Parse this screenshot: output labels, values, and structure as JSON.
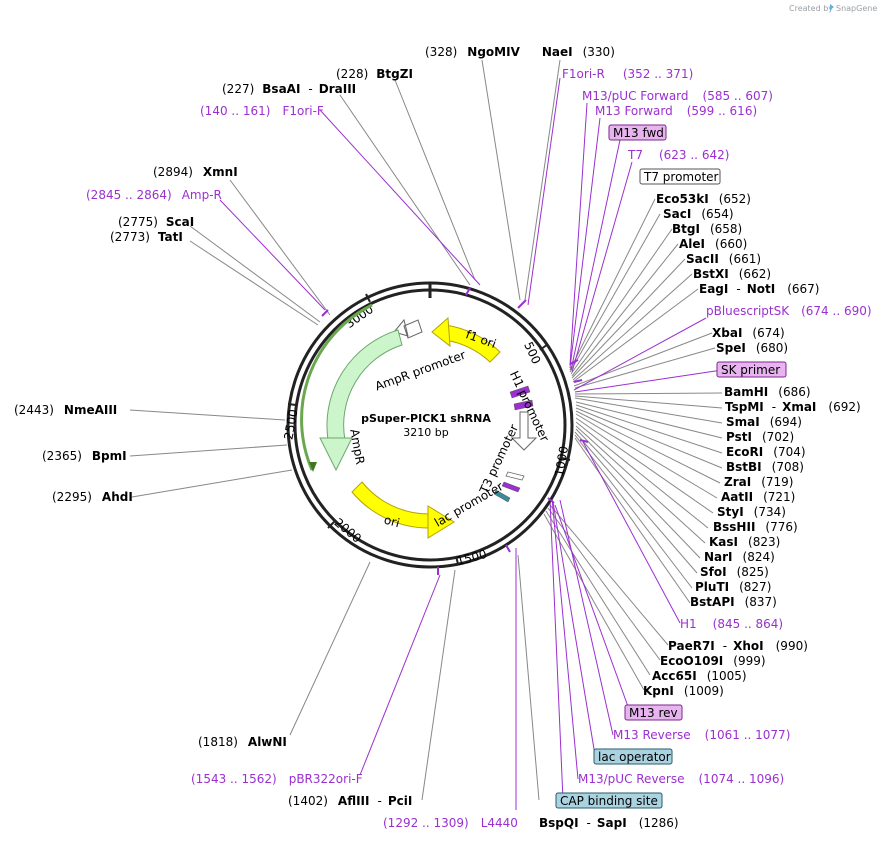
{
  "credit": {
    "text": "Created by",
    "brand": "SnapGene"
  },
  "plasmid": {
    "name": "pSuper-PICK1 shRNA",
    "length": "3210 bp"
  },
  "ticks": [
    "500",
    "1000",
    "1500",
    "2000",
    "2500",
    "3000"
  ],
  "features": {
    "f1_ori": "f1 ori",
    "ampr_promoter": "AmpR promoter",
    "ampr": "AmpR",
    "h1_promoter": "H1 promoter",
    "t3_promoter": "T3 promoter",
    "lac_promoter": "lac promoter",
    "ori": "ori"
  },
  "labels": [
    {
      "id": "ngomiv-naei",
      "pos": "(328)",
      "name": "NgoMIV",
      "name2": "NaeI",
      "pos2": "(330)"
    },
    {
      "id": "btgzi",
      "pos": "(228)",
      "name": "BtgZI"
    },
    {
      "id": "bsaai-draiii",
      "pos": "(227)",
      "name": "BsaAI",
      "name2": "DraIII"
    },
    {
      "id": "f1ori-f",
      "range": "(140 .. 161)",
      "name": "F1ori-F"
    },
    {
      "id": "xmni",
      "pos": "(2894)",
      "name": "XmnI"
    },
    {
      "id": "amp-r",
      "range": "(2845 .. 2864)",
      "name": "Amp-R"
    },
    {
      "id": "scai",
      "pos": "(2775)",
      "name": "ScaI"
    },
    {
      "id": "tati",
      "pos": "(2773)",
      "name": "TatI"
    },
    {
      "id": "nmeaiii",
      "pos": "(2443)",
      "name": "NmeAIII"
    },
    {
      "id": "bpmi",
      "pos": "(2365)",
      "name": "BpmI"
    },
    {
      "id": "ahdi",
      "pos": "(2295)",
      "name": "AhdI"
    },
    {
      "id": "alwni",
      "pos": "(1818)",
      "name": "AlwNI"
    },
    {
      "id": "pbr322ori-f",
      "range": "(1543 .. 1562)",
      "name": "pBR322ori-F"
    },
    {
      "id": "afliii-pcii",
      "pos": "(1402)",
      "name": "AflIII",
      "name2": "PciI"
    },
    {
      "id": "l4440",
      "range": "(1292 .. 1309)",
      "name": "L4440"
    },
    {
      "id": "bspqi-sapi",
      "name": "BspQI",
      "name2": "SapI",
      "pos": "(1286)"
    },
    {
      "id": "f1ori-r",
      "name": "F1ori-R",
      "range": "(352 .. 371)"
    },
    {
      "id": "m13puc-fwd",
      "name": "M13/pUC Forward",
      "range": "(585 .. 607)"
    },
    {
      "id": "m13-forward",
      "name": "M13 Forward",
      "range": "(599 .. 616)"
    },
    {
      "id": "m13-fwd",
      "name": "M13 fwd"
    },
    {
      "id": "t7",
      "name": "T7",
      "range": "(623 .. 642)"
    },
    {
      "id": "t7-promoter",
      "name": "T7 promoter"
    },
    {
      "id": "eco53ki",
      "name": "Eco53kI",
      "pos": "(652)"
    },
    {
      "id": "saci",
      "name": "SacI",
      "pos": "(654)"
    },
    {
      "id": "btgi",
      "name": "BtgI",
      "pos": "(658)"
    },
    {
      "id": "alei",
      "name": "AleI",
      "pos": "(660)"
    },
    {
      "id": "sacii",
      "name": "SacII",
      "pos": "(661)"
    },
    {
      "id": "bstxi",
      "name": "BstXI",
      "pos": "(662)"
    },
    {
      "id": "eagi-noti",
      "name": "EagI",
      "name2": "NotI",
      "pos": "(667)"
    },
    {
      "id": "pbluescriptsk",
      "name": "pBluescriptSK",
      "range": "(674 .. 690)"
    },
    {
      "id": "xbai",
      "name": "XbaI",
      "pos": "(674)"
    },
    {
      "id": "spei",
      "name": "SpeI",
      "pos": "(680)"
    },
    {
      "id": "sk-primer",
      "name": "SK primer"
    },
    {
      "id": "bamhi",
      "name": "BamHI",
      "pos": "(686)"
    },
    {
      "id": "tspmi-xmai",
      "name": "TspMI",
      "name2": "XmaI",
      "pos": "(692)"
    },
    {
      "id": "smai",
      "name": "SmaI",
      "pos": "(694)"
    },
    {
      "id": "psti",
      "name": "PstI",
      "pos": "(702)"
    },
    {
      "id": "ecori",
      "name": "EcoRI",
      "pos": "(704)"
    },
    {
      "id": "bstbi",
      "name": "BstBI",
      "pos": "(708)"
    },
    {
      "id": "zrai",
      "name": "ZraI",
      "pos": "(719)"
    },
    {
      "id": "aatii",
      "name": "AatII",
      "pos": "(721)"
    },
    {
      "id": "styi",
      "name": "StyI",
      "pos": "(734)"
    },
    {
      "id": "bsshii",
      "name": "BssHII",
      "pos": "(776)"
    },
    {
      "id": "kasi",
      "name": "KasI",
      "pos": "(823)"
    },
    {
      "id": "nari",
      "name": "NarI",
      "pos": "(824)"
    },
    {
      "id": "sfoi",
      "name": "SfoI",
      "pos": "(825)"
    },
    {
      "id": "pluti",
      "name": "PluTI",
      "pos": "(827)"
    },
    {
      "id": "bstapi",
      "name": "BstAPI",
      "pos": "(837)"
    },
    {
      "id": "h1",
      "name": "H1",
      "range": "(845 .. 864)"
    },
    {
      "id": "paer7i-xhoi",
      "name": "PaeR7I",
      "name2": "XhoI",
      "pos": "(990)"
    },
    {
      "id": "ecoo109i",
      "name": "EcoO109I",
      "pos": "(999)"
    },
    {
      "id": "acc65i",
      "name": "Acc65I",
      "pos": "(1005)"
    },
    {
      "id": "kpni",
      "name": "KpnI",
      "pos": "(1009)"
    },
    {
      "id": "m13-rev",
      "name": "M13 rev"
    },
    {
      "id": "m13-reverse",
      "name": "M13 Reverse",
      "range": "(1061 .. 1077)"
    },
    {
      "id": "lac-operator",
      "name": "lac operator"
    },
    {
      "id": "m13puc-reverse",
      "name": "M13/pUC Reverse",
      "range": "(1074 .. 1096)"
    },
    {
      "id": "cap-site",
      "name": "CAP binding site"
    }
  ],
  "colors": {
    "backbone": "#222222",
    "primer": "#9b30d0",
    "feature_yellow": "#ffff00",
    "feature_green": "#ccf5cc",
    "selection_green": "#8fd14f",
    "box_purple": "#e8b4f0",
    "box_blue": "#a9d3e0",
    "connector": "#888888"
  }
}
